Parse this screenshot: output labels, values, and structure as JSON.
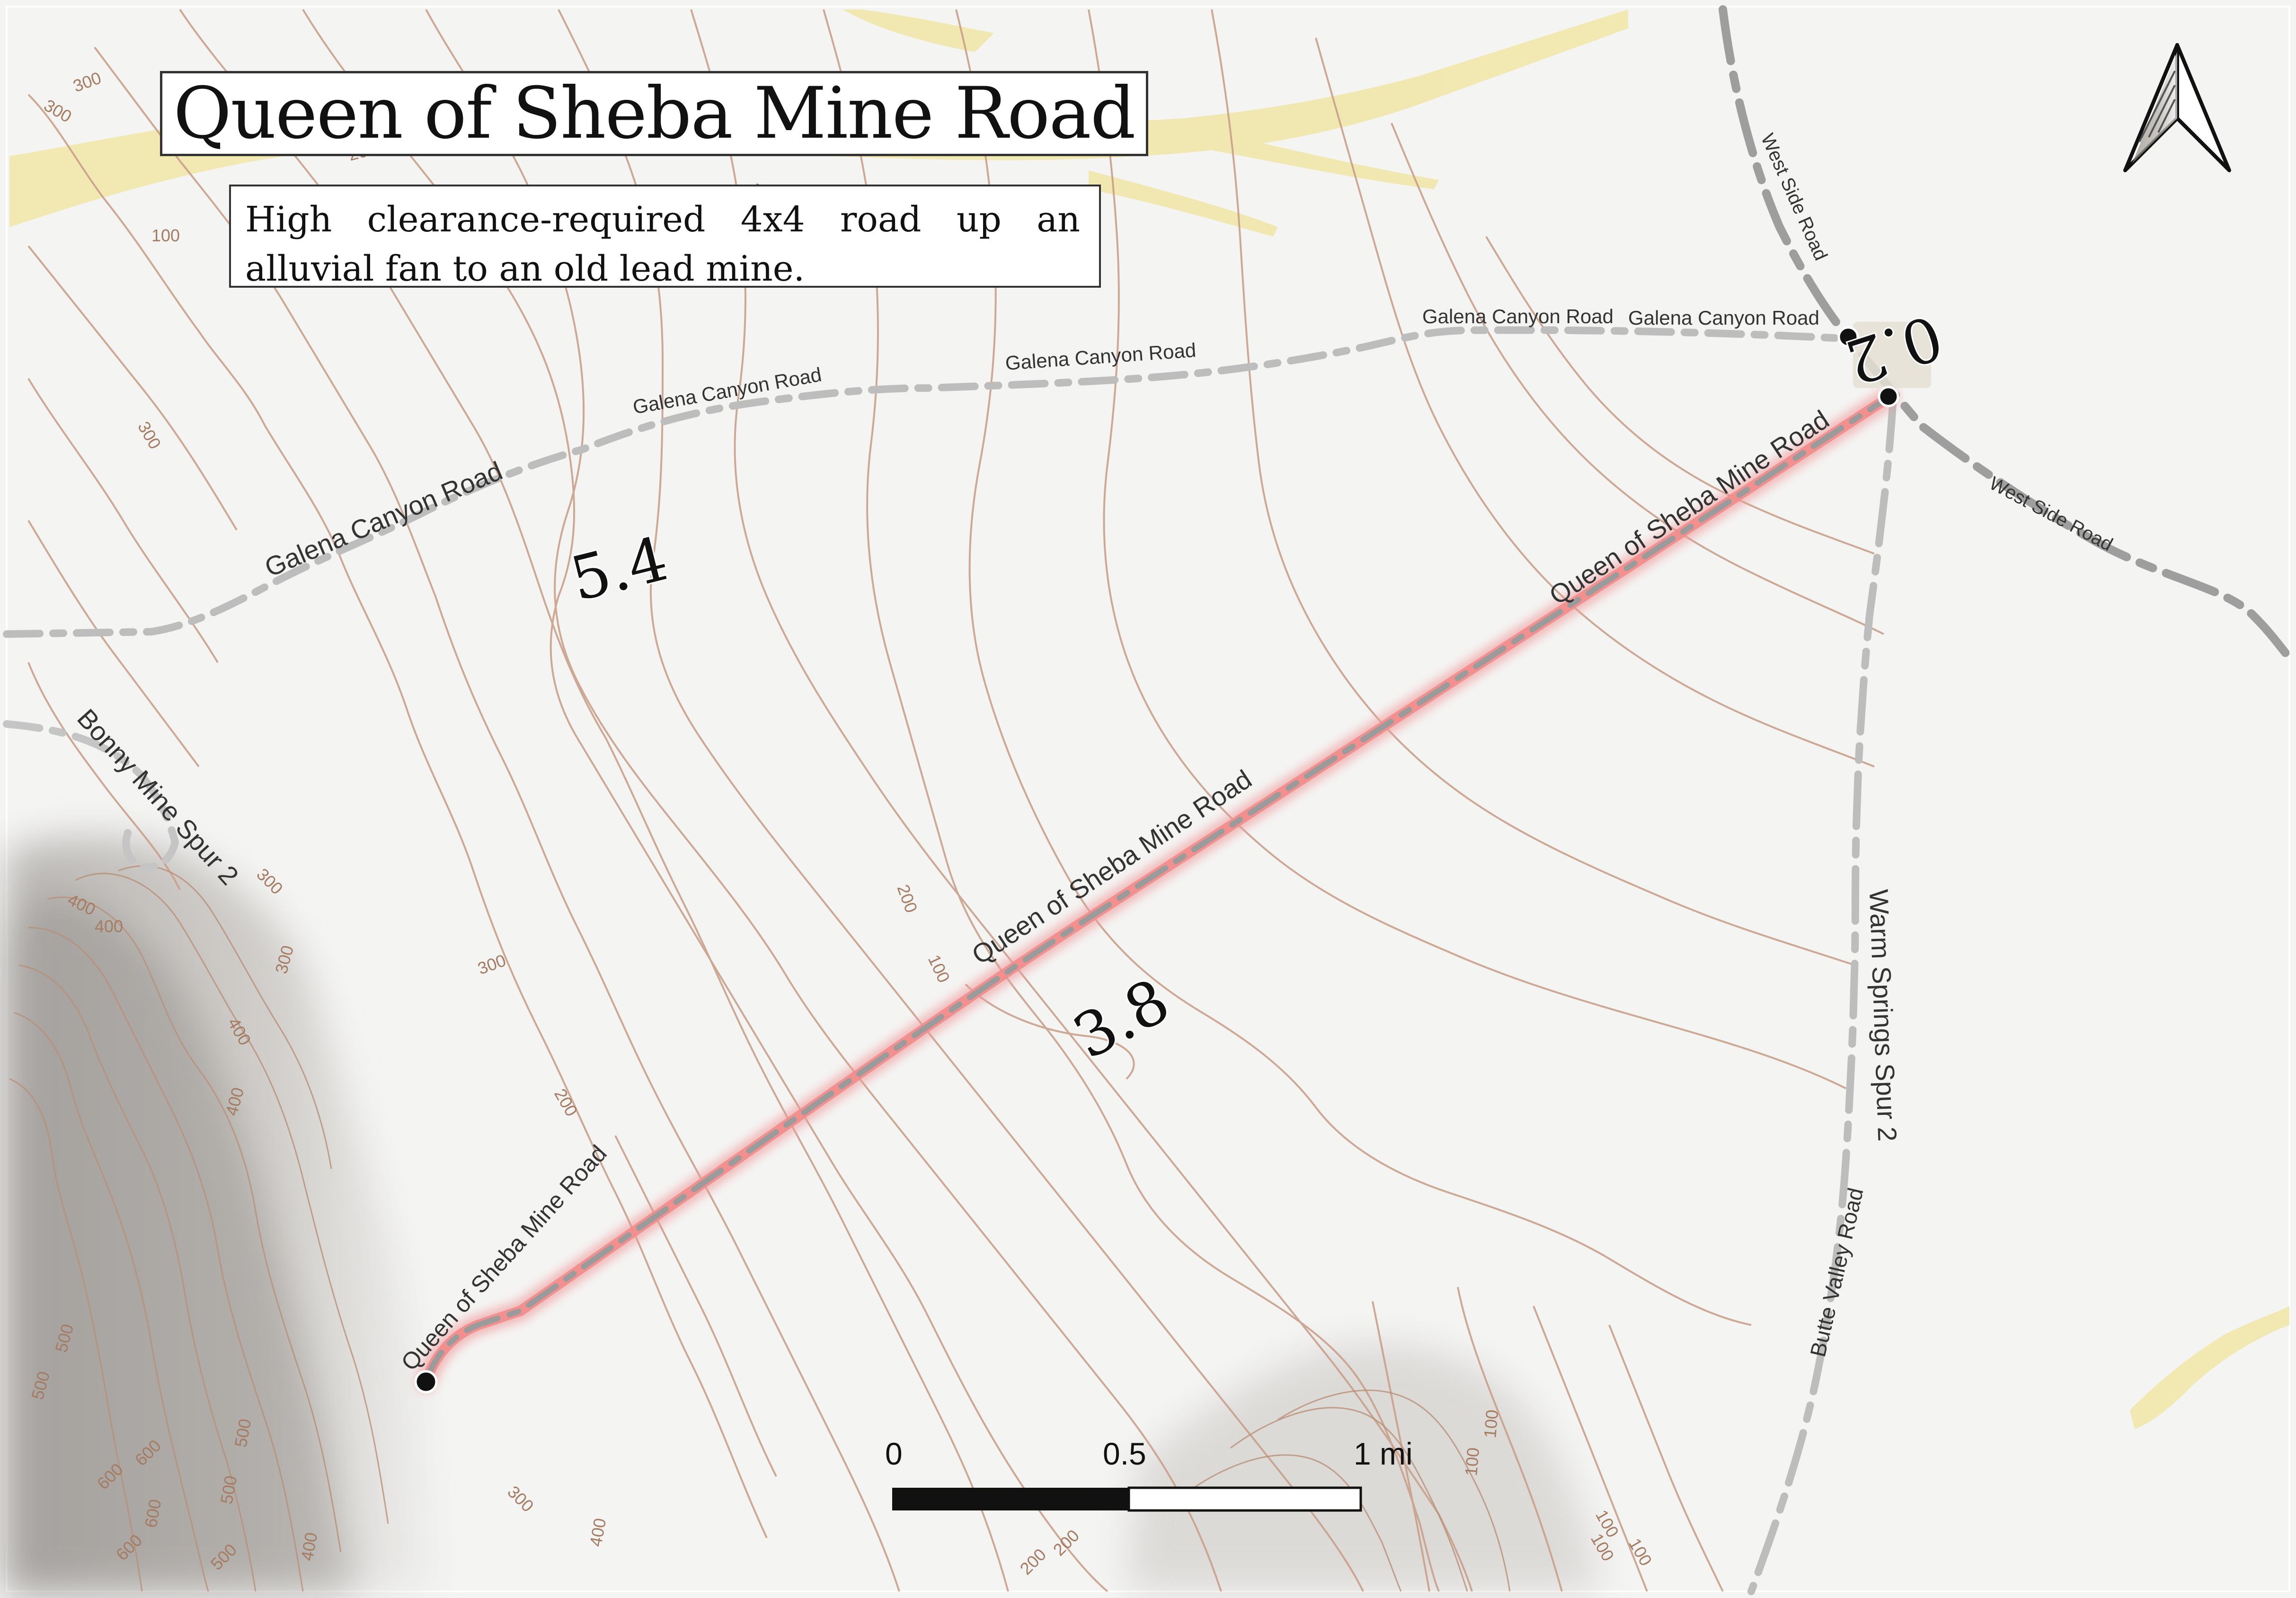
{
  "title": "Queen of Sheba Mine Road",
  "description": "High clearance-required 4x4 road up an alluvial fan to an old lead mine.",
  "road_labels": {
    "queen_of_sheba": "Queen of Sheba Mine Road",
    "galena_canyon": "Galena Canyon Road",
    "west_side": "West Side Road",
    "warm_springs_spur_2": "Warm Springs Spur 2",
    "butte_valley": "Butte Valley Road",
    "bonny_mine_spur_2": "Bonny Mine Spur 2"
  },
  "segment_distances": {
    "galena_canyon": "5.4",
    "queen_of_sheba": "3.8",
    "west_side_junction": "0.2"
  },
  "contour_labels": [
    "300",
    "300",
    "200",
    "300",
    "300",
    "300",
    "400",
    "400",
    "300",
    "400",
    "400",
    "200",
    "200",
    "100",
    "100",
    "100",
    "100",
    "100",
    "400",
    "500",
    "500",
    "500",
    "500",
    "600",
    "600",
    "600",
    "600",
    "500",
    "400",
    "300",
    "200",
    "200",
    "100",
    "100",
    "100"
  ],
  "scale_bar": {
    "labels": [
      "0",
      "0.5",
      "1 mi"
    ]
  },
  "north_arrow": "north-arrow-icon",
  "colors": {
    "highlight_route": "#ef9a9a",
    "road": "#bdbdbd",
    "contour": "#c9a08a",
    "sand": "#f1e5a6",
    "terrain_shadow": "#8a8580"
  }
}
